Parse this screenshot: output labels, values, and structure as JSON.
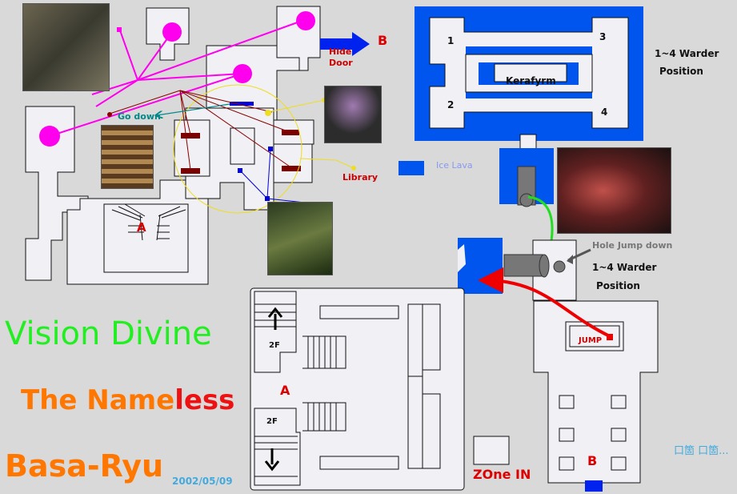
{
  "labels": {
    "hide_door_line1": "Hide",
    "hide_door_line2": "Door",
    "b_top": "B",
    "go_down": "Go down",
    "library": "Library",
    "room_a_left": "A",
    "room_1": "1",
    "room_2": "2",
    "room_3": "3",
    "room_4": "4",
    "kerafyrm": "Kerafyrm",
    "warder_top_line1": "1~4 Warder",
    "warder_top_line2": "Position",
    "ice_lava": "Ice Lava",
    "hole_jump_down": "Hole Jump down",
    "warder_mid_line1": "1~4 Warder",
    "warder_mid_line2": "Position",
    "jump": "JUMP",
    "floor_2f_top": "2F",
    "floor_2f_bottom": "2F",
    "room_a_bottom": "A",
    "zone_in": "ZOne IN",
    "b_bottom": "B",
    "corner_note": "口箇 口箇..."
  },
  "credits": {
    "title": "Vision Divine",
    "guild_prefix": "The N",
    "guild_mid": "ame",
    "guild_suffix": "less",
    "author": "Basa-Ryu",
    "date": "2002/05/09"
  },
  "icons": {
    "arrow_up": "arrow-up-icon",
    "arrow_down": "arrow-down-icon"
  },
  "colors": {
    "background": "#d9d9d9",
    "floor": "#f0f0f5",
    "wall": "#111111",
    "water": "#0055ee",
    "marker_magenta": "#ff00ee",
    "door_red": "#7a0000",
    "route_red": "#ee0000",
    "route_green": "#22dd22",
    "title_green": "#22ee22",
    "guild_orange": "#ff7700",
    "guild_red": "#ee1111",
    "date_blue": "#44aadd",
    "ice_lava_text": "#8899ee"
  }
}
